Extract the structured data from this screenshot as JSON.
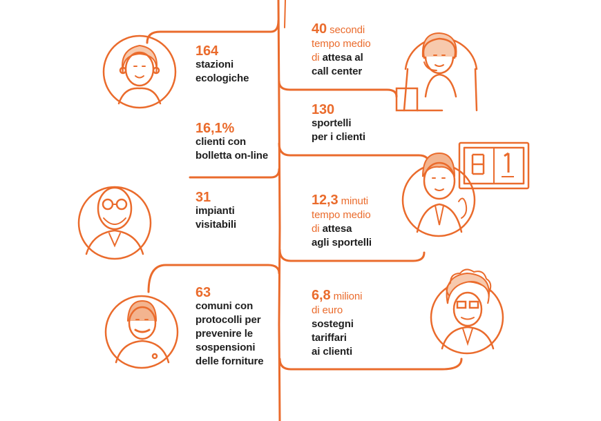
{
  "colors": {
    "accent": "#ea6b2c",
    "text": "#1e1e1e",
    "background": "#ffffff"
  },
  "stats": {
    "stazioni": {
      "value": "164",
      "line1": "stazioni",
      "line2": "ecologiche"
    },
    "bolletta": {
      "value": "16,1%",
      "line1": "clienti con",
      "line2": "bolletta on-line"
    },
    "impianti": {
      "value": "31",
      "line1": "impianti",
      "line2": "visitabili"
    },
    "comuni": {
      "value": "63",
      "lines": [
        "comuni con",
        "protocolli per",
        "prevenire le",
        "sospensioni",
        "delle forniture"
      ]
    },
    "callcenter": {
      "value": "40",
      "unit": "secondi",
      "line2": "tempo medio",
      "pre3": "di",
      "line3": "attesa al",
      "line4": "call center"
    },
    "sportelli": {
      "value": "130",
      "line1": "sportelli",
      "line2": "per i clienti"
    },
    "attesa": {
      "value": "12,3",
      "unit": "minuti",
      "line2": "tempo medio",
      "pre3": "di",
      "line3": "attesa",
      "line4": "agli sportelli"
    },
    "sostegni": {
      "value": "6,8",
      "unit": "milioni",
      "line2": "di euro",
      "line3": "sostegni",
      "line4": "tariffari",
      "line5": "ai clienti"
    }
  },
  "illustrations": {
    "woman": "woman-portrait-icon",
    "bald_man": "bald-man-portrait-icon",
    "mustache_man": "mustache-man-portrait-icon",
    "operator": "call-center-operator-icon",
    "ticket_man": "man-with-ticket-icon",
    "ticket_display": "queue-number-display",
    "display_digits": "8 | 1",
    "curly_man": "curly-haired-man-portrait-icon"
  }
}
